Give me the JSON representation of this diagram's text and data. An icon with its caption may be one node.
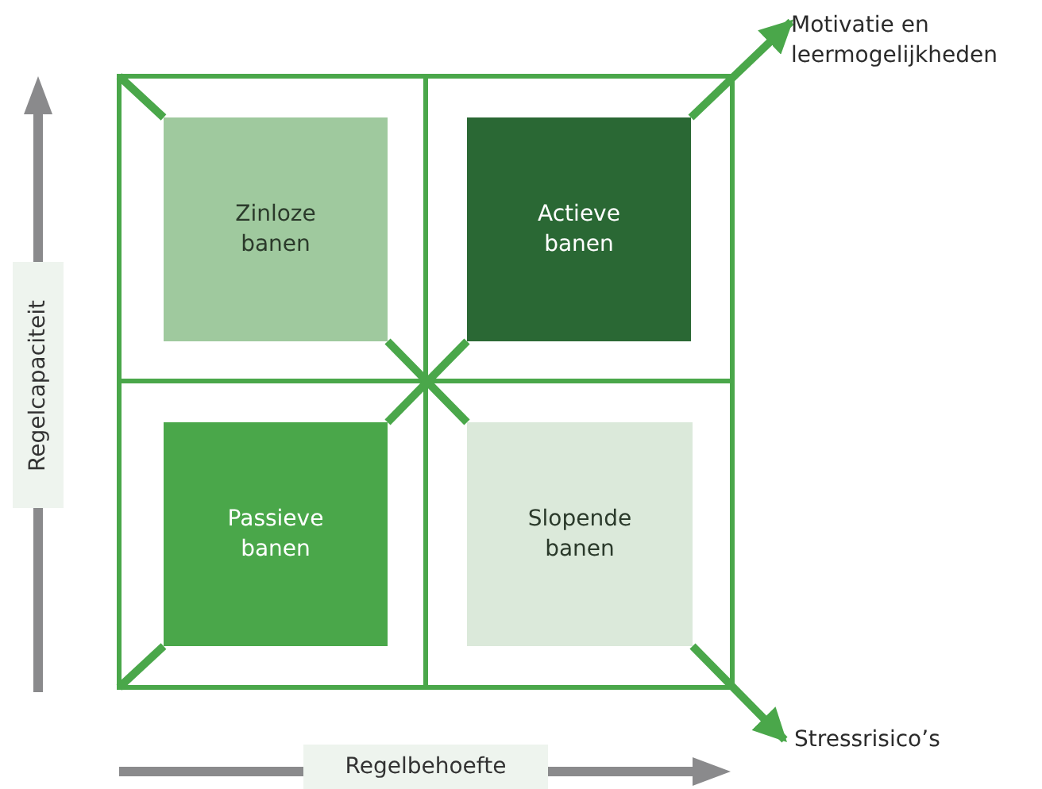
{
  "diagram": {
    "nodes": [
      {
        "text": [
          "Zinloze banen"
        ]
      },
      {
        "text": [
          "Actieve banen"
        ]
      },
      {
        "text": [
          "Passieve banen"
        ]
      },
      {
        "text": [
          "Slopende banen"
        ]
      },
      {
        "text": [
          "Motivatie en leermogelijkheden"
        ]
      },
      {
        "text": [
          "Stressrisico’s"
        ]
      }
    ],
    "edges": [
      {
        "from": null,
        "to": 0,
        "arrow": "none"
      },
      {
        "from": 0,
        "to": 3,
        "arrow": "none"
      },
      {
        "from": 2,
        "to": 1,
        "arrow": "none"
      },
      {
        "from": 1,
        "to": 4,
        "arrow": "to"
      },
      {
        "from": null,
        "to": 2,
        "arrow": "none"
      },
      {
        "from": 3,
        "to": 5,
        "arrow": "to"
      }
    ],
    "labels": [
      "Regelcapaciteit",
      "Regelbehoefte"
    ]
  }
}
